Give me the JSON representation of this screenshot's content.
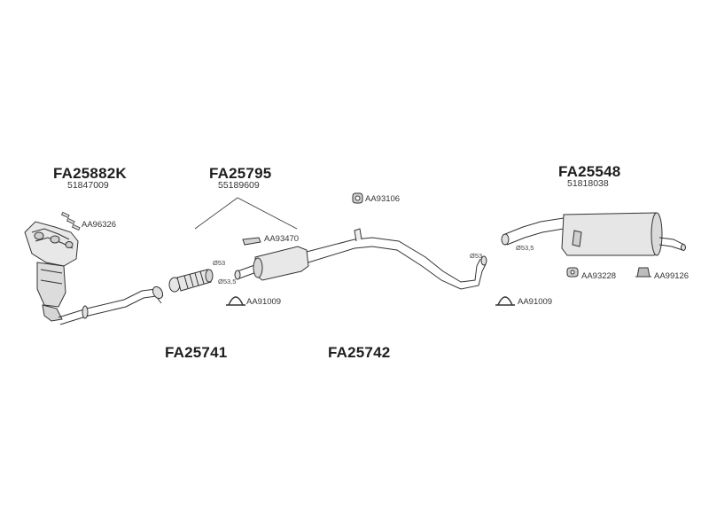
{
  "groups": {
    "manifold": {
      "code": "FA25882K",
      "oe": "51847009"
    },
    "center": {
      "code": "FA25795",
      "oe": "55189609"
    },
    "rear": {
      "code": "FA25548",
      "oe": "51818038"
    },
    "front_pipe": {
      "code": "FA25741"
    },
    "mid_pipe": {
      "code": "FA25742"
    }
  },
  "parts": {
    "studs": "AA96326",
    "gasket": "AA93470",
    "hanger_top": "AA93106",
    "clamp_left": "AA91009",
    "clamp_right": "AA91009",
    "rubber_a": "AA93228",
    "rubber_b": "AA99126"
  },
  "dimensions": {
    "d53_a": "Ø53",
    "d535_a": "Ø53,5",
    "d53_b": "Ø53",
    "d535_b": "Ø53,5"
  }
}
